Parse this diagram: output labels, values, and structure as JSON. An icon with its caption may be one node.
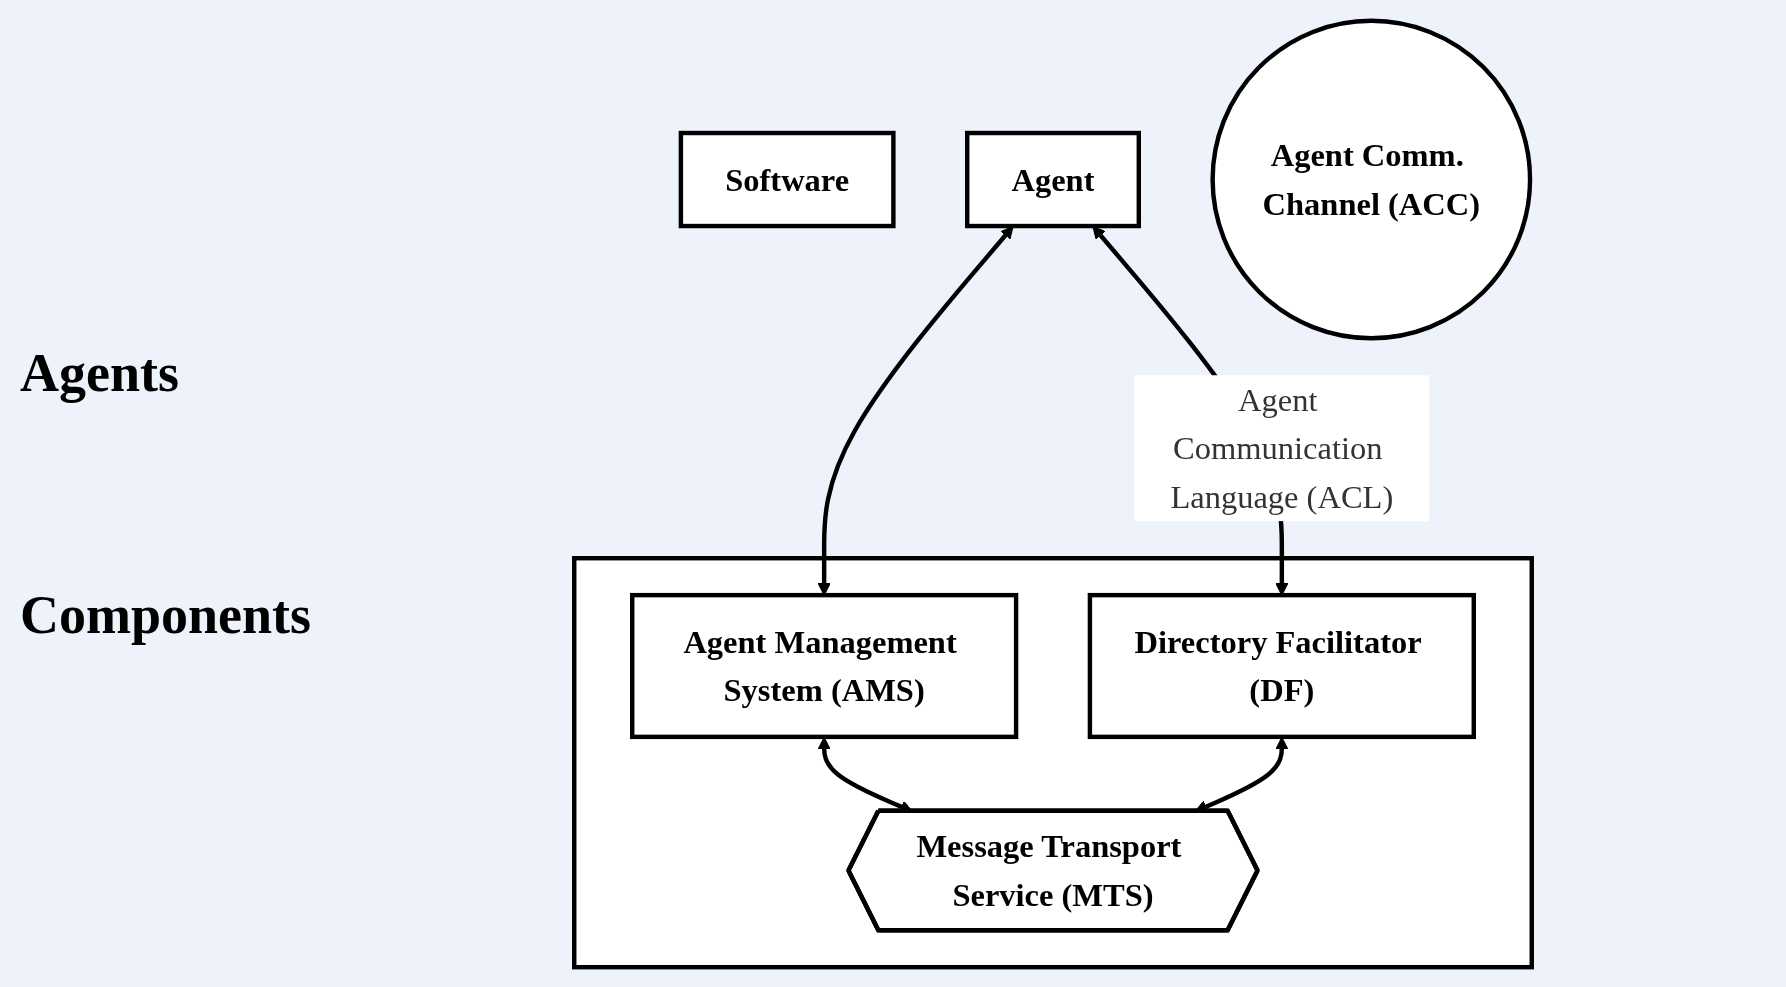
{
  "diagram": {
    "nodes": [
      {
        "text": [
          "Software"
        ]
      },
      {
        "text": [
          "Agent"
        ]
      },
      {
        "text": [],
        "shape": "box"
      },
      {
        "text": [
          "Agent Management System (AMS)"
        ],
        "in": 2
      },
      {
        "text": [
          "Directory Facilitator (DF)"
        ],
        "in": 2
      },
      {
        "text": [
          "Message Transport Service (MTS)"
        ],
        "in": 2
      },
      {
        "text": [
          "Agent Comm. Channel (ACC)"
        ]
      }
    ],
    "edges": [
      {
        "from": 1,
        "to": 3,
        "arrow": "both"
      },
      {
        "from": 1,
        "to": 4,
        "arrow": "both",
        "label": "Agent Communication Language (ACL)"
      },
      {
        "from": 3,
        "to": 5,
        "arrow": "both"
      },
      {
        "from": 4,
        "to": 5,
        "arrow": "both"
      }
    ],
    "labels": [
      "Agents",
      "Components"
    ]
  }
}
